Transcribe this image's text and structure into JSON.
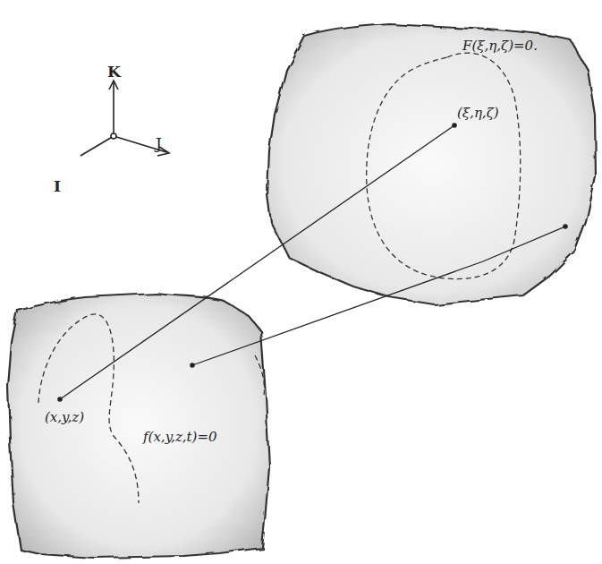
{
  "diagram": {
    "nodes": [
      {
        "text": [
          "(x,y,z)",
          "f(x,y,z,t)=0"
        ]
      },
      {
        "text": [
          "F(ξ,η,ζ)=0.",
          "(ξ,η,ζ)"
        ]
      }
    ],
    "edges": [
      {
        "from": 0,
        "to": 1,
        "arrow": "none"
      },
      {
        "from": 0,
        "to": 1,
        "arrow": "none"
      }
    ],
    "labels": [
      "K",
      "J",
      "I"
    ]
  }
}
